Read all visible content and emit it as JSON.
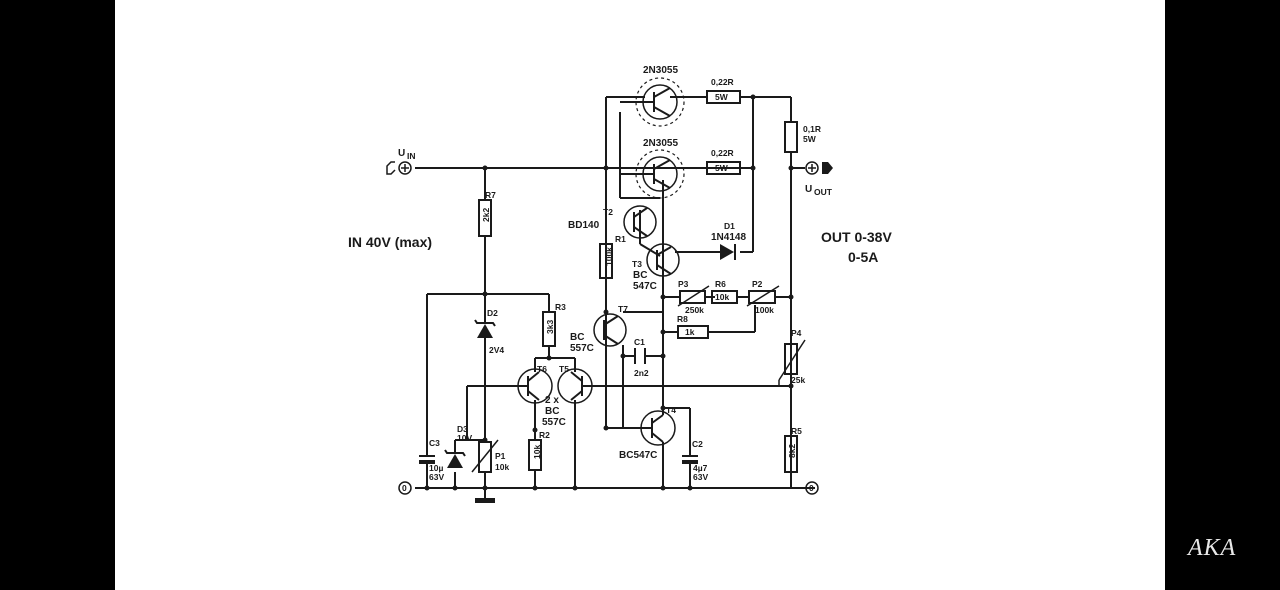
{
  "labels": {
    "in_terminal": "U",
    "in_sub": "IN",
    "out_terminal": "U",
    "out_sub": "OUT",
    "note_in": "IN  40V (max)",
    "note_out1": "OUT 0-38V",
    "note_out2": "0-5A",
    "q_top": "2N3055",
    "q_mid": "2N3055",
    "r_top_val": "0,22R",
    "r_top_pw": "5W",
    "r_mid_val": "0,22R",
    "r_mid_pw": "5W",
    "r_out_val": "0,1R",
    "r_out_pw": "5W",
    "t2_ref": "T2",
    "t2_part": "BD140",
    "t3_ref": "T3",
    "t3_part1": "BC",
    "t3_part2": "547C",
    "d1_ref": "D1",
    "d1_part": "1N4148",
    "r1_ref": "R1",
    "r1_val": "100k",
    "r7_ref": "R7",
    "r7_val": "2k2",
    "p3_ref": "P3",
    "p3_val": "250k",
    "r6_ref": "R6",
    "r6_val": "10k",
    "p2_ref": "P2",
    "p2_val": "100k",
    "r8_ref": "R8",
    "r8_val": "1k",
    "t7_ref": "T7",
    "t7_part1": "BC",
    "t7_part2": "557C",
    "c1_ref": "C1",
    "c1_val": "2n2",
    "r3_ref": "R3",
    "r3_val": "3k3",
    "d2_ref": "D2",
    "d2_val": "2V4",
    "t6_ref": "T6",
    "t5_ref": "T5",
    "pair1": "2 x",
    "pair2": "BC",
    "pair3": "557C",
    "p4_ref": "P4",
    "p4_val": "25k",
    "t4_ref": "T4",
    "t4_part": "BC547C",
    "d3_ref": "D3",
    "d3_val": "10V",
    "p1_ref": "P1",
    "p1_val": "10k",
    "r2_ref": "R2",
    "r2_val": "10k",
    "c3_ref": "C3",
    "c3_val1": "10µ",
    "c3_val2": "63V",
    "c2_ref": "C2",
    "c2_val1": "4µ7",
    "c2_val2": "63V",
    "r5_ref": "R5",
    "r5_val": "8k2",
    "gnd_left": "0",
    "gnd_right": "0"
  },
  "watermark": "AKA"
}
